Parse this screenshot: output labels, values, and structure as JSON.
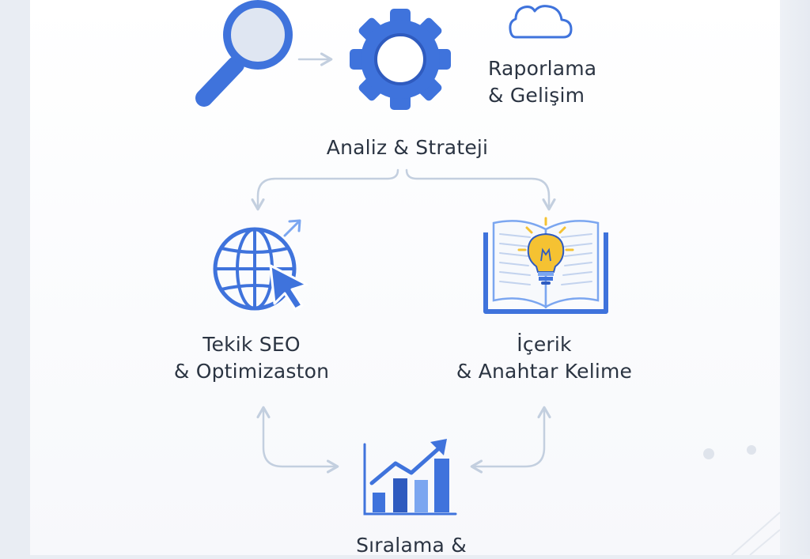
{
  "diagram": {
    "nodes": {
      "reporting": {
        "line1": "Raporlama",
        "line2": "& Gelişim",
        "icon": "cloud-icon"
      },
      "analysis": {
        "label": "Analiz & Strateji",
        "icons": [
          "magnifier-icon",
          "gear-icon"
        ]
      },
      "technical": {
        "line1": "Tekik SEO",
        "line2": "& Optimizaston",
        "icon": "globe-cursor-icon"
      },
      "content": {
        "line1": "İçerik",
        "line2": "& Anahtar Kelime",
        "icon": "book-lightbulb-icon"
      },
      "ranking": {
        "line1": "Sıralama &",
        "icon": "bar-chart-growth-icon"
      }
    }
  },
  "colors": {
    "accent": "#3f73dc",
    "accent_light": "#7ba6f0",
    "accent_dark": "#2f5bbf",
    "bulb": "#f5c232",
    "arrow": "#c3cfdf",
    "text": "#2b3442"
  }
}
